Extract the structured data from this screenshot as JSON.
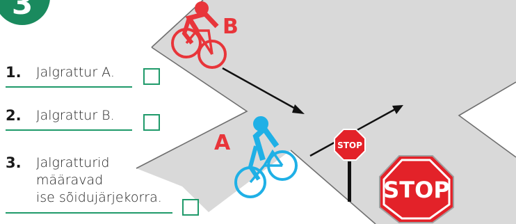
{
  "question_number": "3",
  "colors": {
    "accent": "#1f9a6a",
    "road": "#d9d9d9",
    "cyclist_a": "#1fb0e6",
    "cyclist_b": "#e8353a",
    "stop_red": "#e32229"
  },
  "labels": {
    "cyclist_a": "A",
    "cyclist_b": "B",
    "stop_small": "STOP",
    "stop_large": "STOP"
  },
  "options": [
    {
      "number": "1.",
      "lines": [
        "Jalgrattur A."
      ]
    },
    {
      "number": "2.",
      "lines": [
        "Jalgrattur B."
      ]
    },
    {
      "number": "3.",
      "lines": [
        "Jalgratturid",
        "määravad",
        "ise sõidujärjekorra."
      ]
    }
  ]
}
